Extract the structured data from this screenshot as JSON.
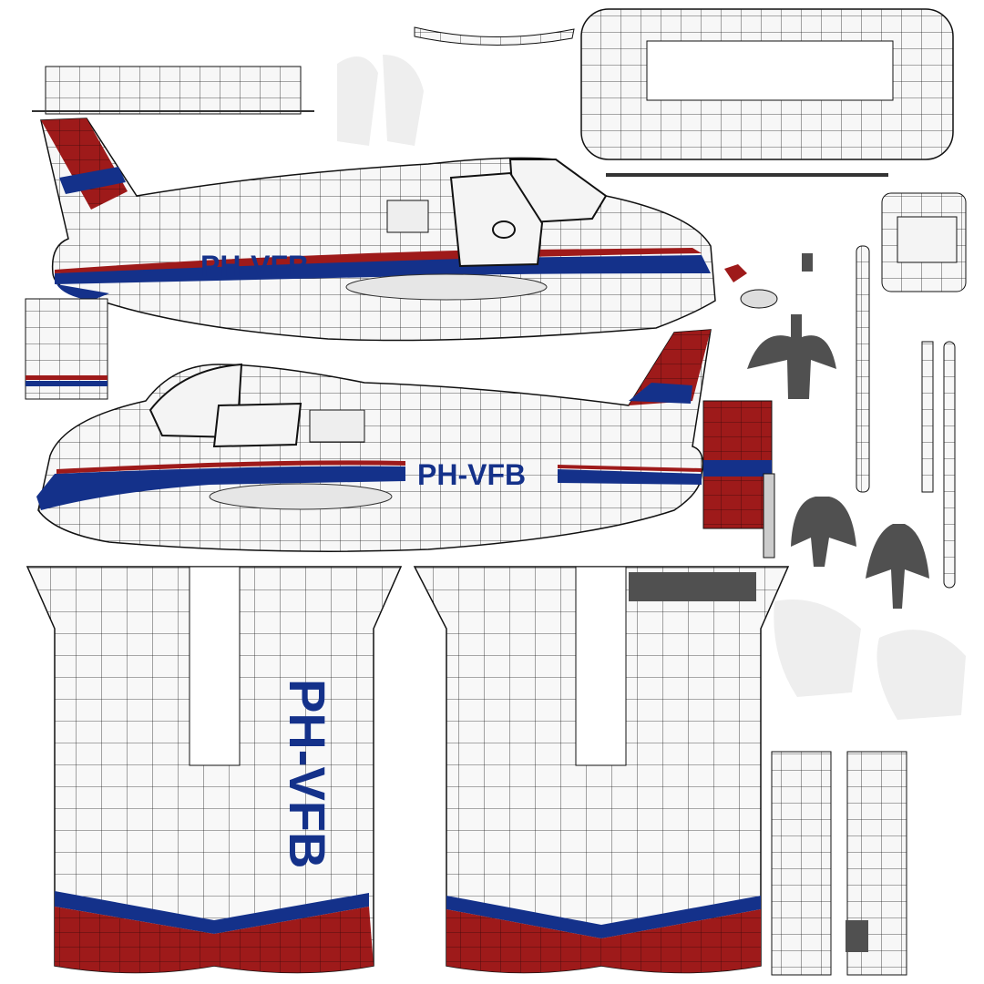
{
  "texture": {
    "registration_top_fuselage": "PH-VFB",
    "registration_bottom_fuselage": "PH-VFB",
    "registration_wing": "PH-VFB"
  },
  "colors": {
    "livery_red": "#9e1a1a",
    "livery_blue": "#14318a",
    "wireframe": "#1a1a1a",
    "panel_white": "#f6f6f6",
    "dark_gray": "#505050"
  }
}
